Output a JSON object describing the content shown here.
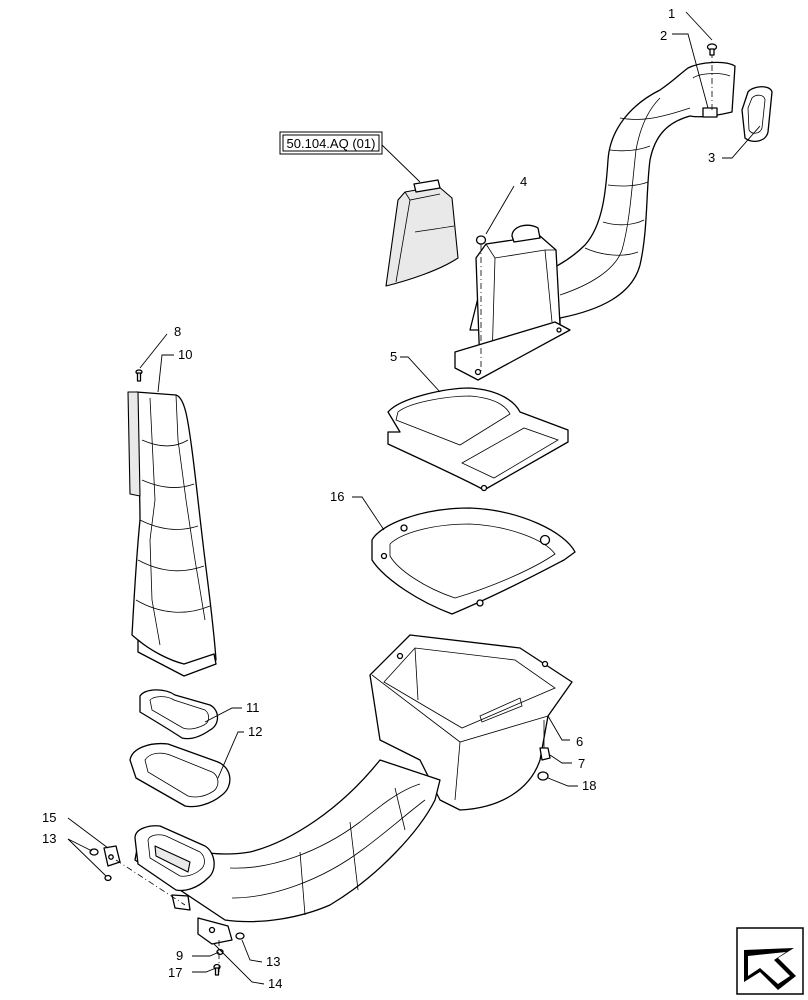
{
  "reference": "50.104.AQ (01)",
  "labels": {
    "l1": "1",
    "l2": "2",
    "l3": "3",
    "l4": "4",
    "l5": "5",
    "l6": "6",
    "l7": "7",
    "l8": "8",
    "l9": "9",
    "l10": "10",
    "l11": "11",
    "l12": "12",
    "l13a": "13",
    "l13b": "13",
    "l14": "14",
    "l15": "15",
    "l16": "16",
    "l17": "17",
    "l18": "18"
  },
  "icons": {
    "nav": "arrow-icon"
  },
  "colors": {
    "line": "#000000",
    "background": "#ffffff",
    "shade": "#e9e9e9"
  }
}
